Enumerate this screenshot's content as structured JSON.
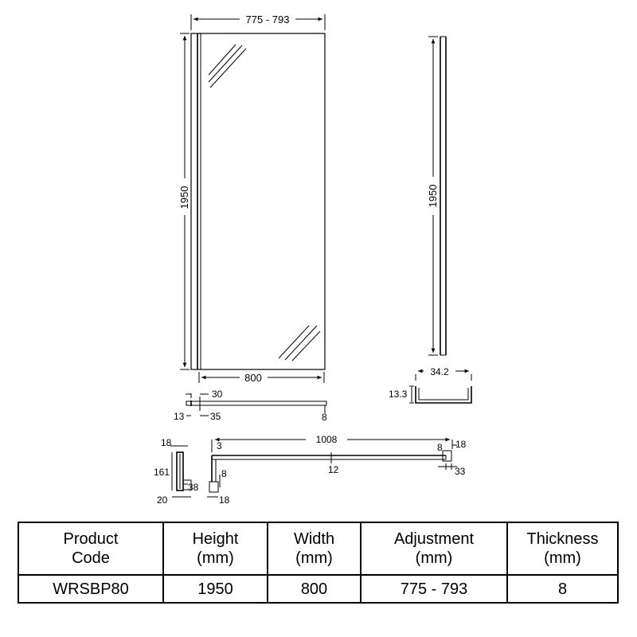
{
  "dimensions": {
    "panel_width_range": "775 - 793",
    "panel_height": "1950",
    "panel_width": "800",
    "profile_height": "1950",
    "channel_width": "34.2",
    "channel_depth": "13.3",
    "base_30": "30",
    "base_13": "13",
    "base_35": "35",
    "base_8": "8",
    "arm_length": "1008",
    "arm_3": "3",
    "arm_8_right": "8",
    "arm_18_right": "18",
    "arm_12": "12",
    "arm_33": "33",
    "arm_8_left": "8",
    "arm_18_left": "18",
    "bracket_18": "18",
    "bracket_161": "161",
    "bracket_38": "38",
    "bracket_20": "20"
  },
  "table": {
    "headers": [
      "Product\nCode",
      "Height\n(mm)",
      "Width\n(mm)",
      "Adjustment\n(mm)",
      "Thickness\n(mm)"
    ],
    "rows": [
      [
        "WRSBP80",
        "1950",
        "800",
        "775 - 793",
        "8"
      ]
    ]
  }
}
